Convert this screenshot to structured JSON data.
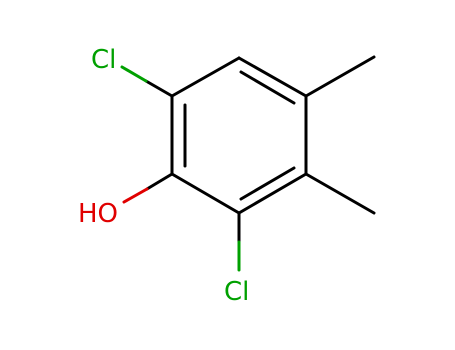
{
  "molecule": {
    "atoms": {
      "cl_top": {
        "label": "Cl",
        "color": "#00a000"
      },
      "hydroxyl": {
        "label": "HO",
        "color": "#e00000"
      },
      "cl_bottom": {
        "label": "Cl",
        "color": "#00a000"
      }
    },
    "colors": {
      "bond": "#000000",
      "chlorine": "#00a000",
      "oxygen": "#e00000",
      "background": "#ffffff"
    }
  }
}
